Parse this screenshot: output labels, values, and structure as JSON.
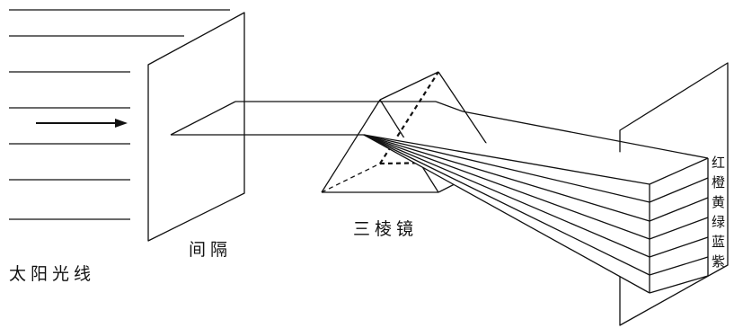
{
  "labels": {
    "sunlight": "太阳光线",
    "slit": "间隔",
    "prism": "三棱镜"
  },
  "spectrum": [
    "红",
    "橙",
    "黄",
    "绿",
    "蓝",
    "紫"
  ],
  "colors": {
    "line": "#111111",
    "background": "#ffffff"
  }
}
